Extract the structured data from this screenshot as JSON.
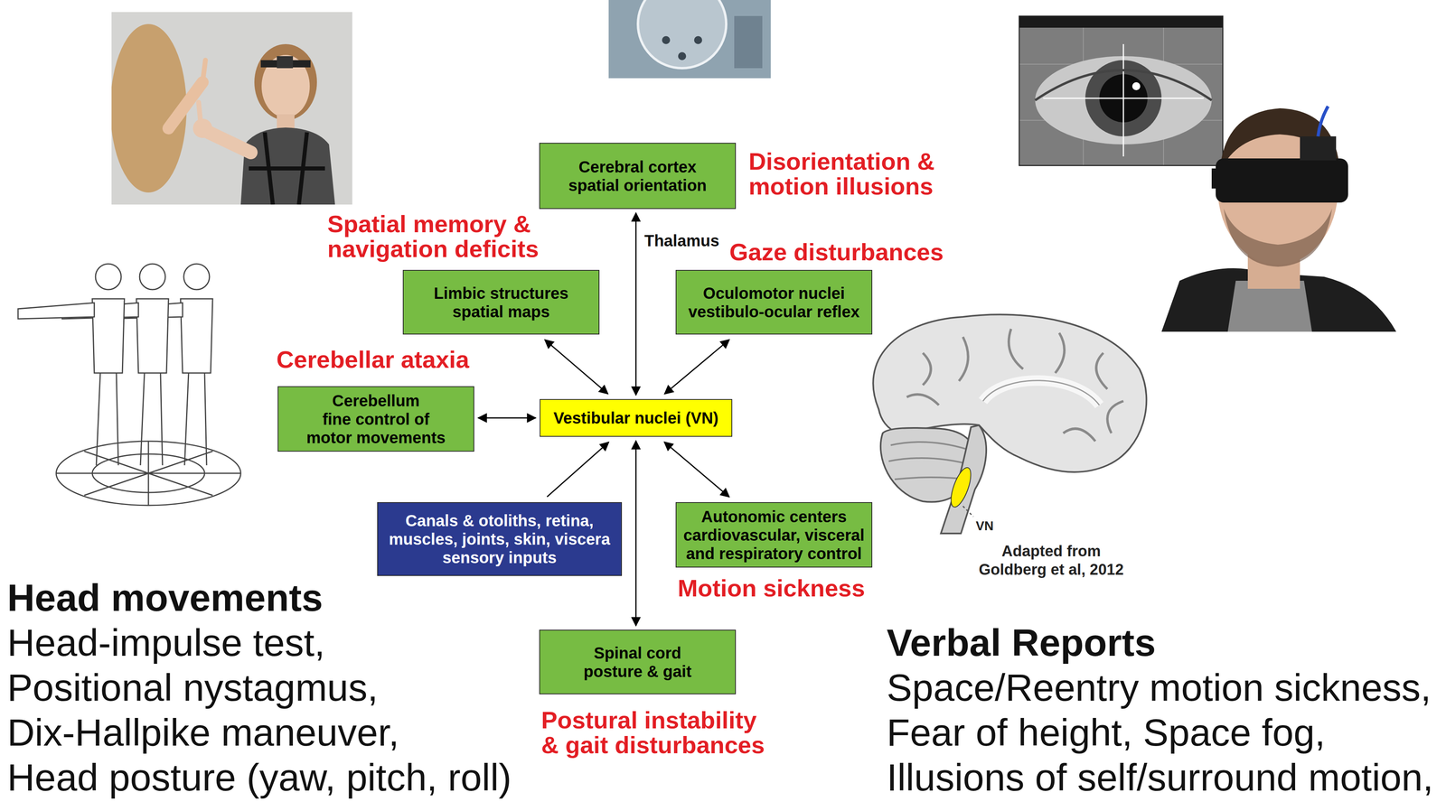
{
  "diagram": {
    "nodes": [
      {
        "text": [
          "Cerebral cortex",
          "spatial orientation"
        ]
      },
      {
        "text": [
          "Limbic structures",
          "spatial maps"
        ]
      },
      {
        "text": [
          "Oculomotor nuclei",
          "vestibulo-ocular reflex"
        ]
      },
      {
        "text": [
          "Cerebellum",
          "fine control of motor movements"
        ]
      },
      {
        "text": [
          "Vestibular nuclei (VN)"
        ]
      },
      {
        "text": [
          "Canals & otoliths, retina, muscles, joints, skin, viscera",
          "sensory inputs"
        ]
      },
      {
        "text": [
          "Autonomic centers",
          "cardiovascular, visceral and respiratory control"
        ]
      },
      {
        "text": [
          "Spinal cord",
          "posture & gait"
        ]
      }
    ],
    "edges": [
      {
        "from": 0,
        "to": 4,
        "arrow": "both",
        "label": "Thalamus"
      },
      {
        "from": 1,
        "to": 4,
        "arrow": "both"
      },
      {
        "from": 2,
        "to": 4,
        "arrow": "both"
      },
      {
        "from": 3,
        "to": 4,
        "arrow": "both"
      },
      {
        "from": 5,
        "to": 4,
        "arrow": "to"
      },
      {
        "from": 6,
        "to": 4,
        "arrow": "both"
      },
      {
        "from": 7,
        "to": 4,
        "arrow": "both"
      }
    ],
    "labels": [
      "Disorientation & motion illusions",
      "Spatial memory & navigation deficits",
      "Gaze disturbances",
      "Cerebellar ataxia",
      "Motion sickness",
      "Postural instability & gait disturbances",
      "VN",
      "Adapted from Goldberg et al, 2012",
      "Head movements",
      "Head-impulse test,",
      "Positional nystagmus,",
      "Dix-Hallpike maneuver,",
      "Head posture (yaw, pitch, roll)",
      "Verbal Reports",
      "Space/Reentry motion sickness,",
      "Fear of height, Space fog,",
      "Illusions of self/surround motion,"
    ]
  }
}
